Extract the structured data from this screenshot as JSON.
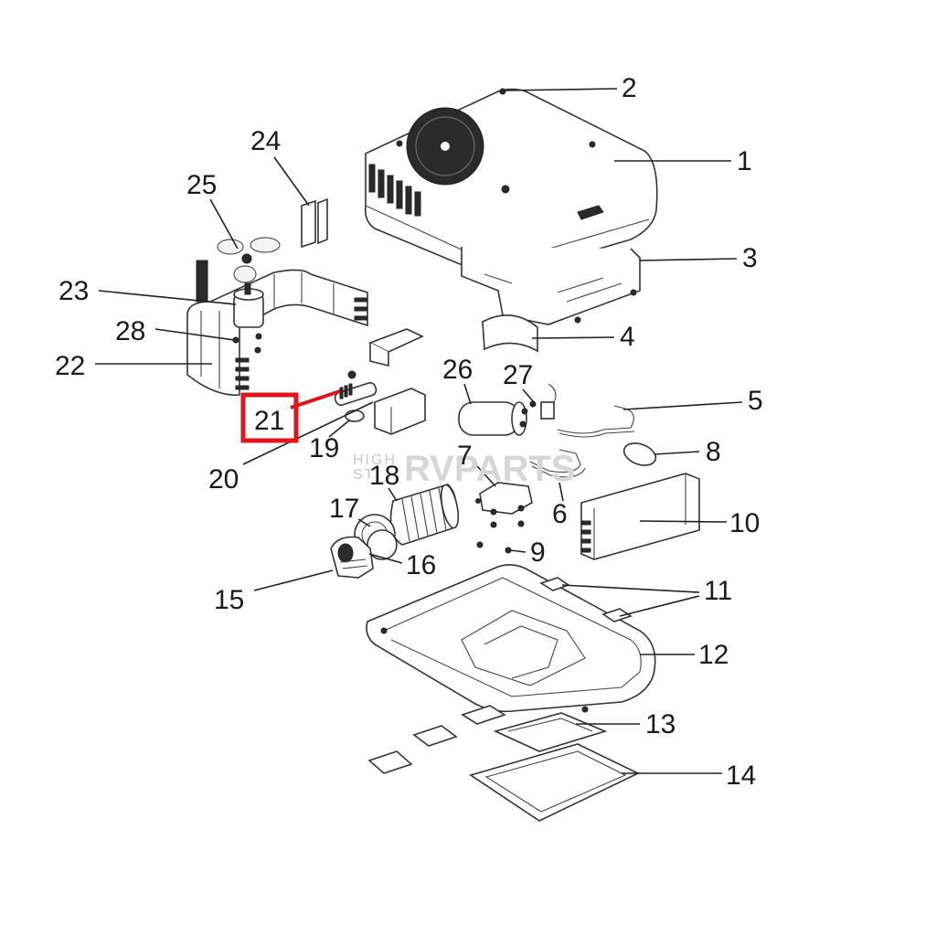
{
  "callouts": {
    "c1": "1",
    "c2": "2",
    "c3": "3",
    "c4": "4",
    "c5": "5",
    "c6": "6",
    "c7": "7",
    "c8": "8",
    "c9": "9",
    "c10": "10",
    "c11": "11",
    "c12": "12",
    "c13": "13",
    "c14": "14",
    "c15": "15",
    "c16": "16",
    "c17": "17",
    "c18": "18",
    "c19": "19",
    "c20": "20",
    "c21": "21",
    "c22": "22",
    "c23": "23",
    "c24": "24",
    "c25": "25",
    "c26": "26",
    "c27": "27",
    "c28": "28"
  },
  "highlight": {
    "callout": "21",
    "color": "#e0141c"
  },
  "watermark": {
    "line1": "HIGH",
    "line2": "ST",
    "brand": "RVPARTS"
  },
  "colors": {
    "line": "#222222",
    "background": "#ffffff"
  }
}
